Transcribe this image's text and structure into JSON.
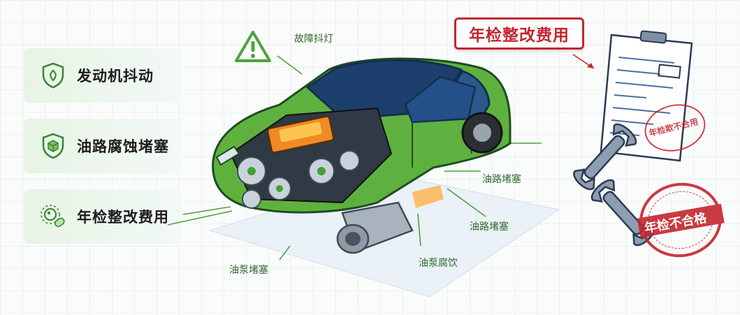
{
  "cards": [
    {
      "label": "发动机抖动",
      "icon": "shield-icon"
    },
    {
      "label": "油路腐蚀堵塞",
      "icon": "shield-cube-icon"
    },
    {
      "label": "年检整改费用",
      "icon": "magnifier-pill-icon"
    }
  ],
  "callouts": {
    "warning": "故障抖灯",
    "fuel_line_1": "油路堵塞",
    "fuel_line_2": "油路堵塞",
    "pump_corrosion": "油泵腐饮",
    "pump_blockage": "油泵堵塞"
  },
  "red_box": "年检整改费用",
  "stamps": {
    "doc_stamp": "年检欺不合用",
    "main_stamp": "年检不合格"
  },
  "colors": {
    "accent_green": "#4ca33a",
    "alert_red": "#c4262e",
    "car_body": "#5fb13f"
  }
}
